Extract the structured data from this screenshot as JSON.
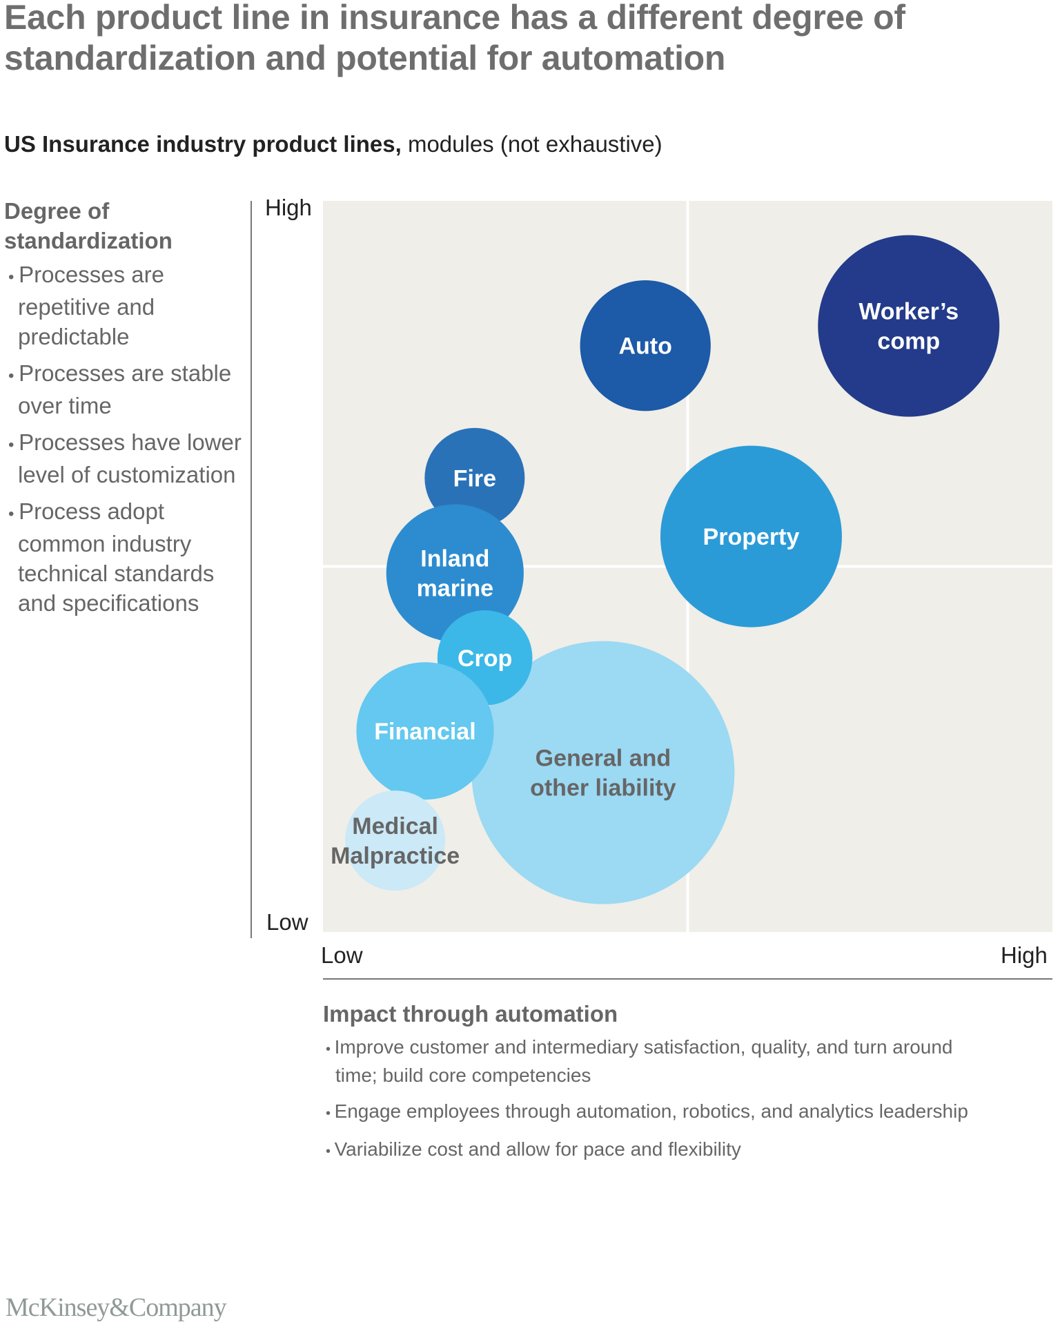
{
  "header": {
    "title": "Each product line in insurance has a different degree of standardization and potential for automation",
    "subtitle_bold": "US Insurance industry product lines,",
    "subtitle_rest": " modules (not exhaustive)"
  },
  "left_panel": {
    "heading": "Degree of standardization",
    "bullets": [
      "Processes are repetitive and predictable",
      "Processes are stable over time",
      "Processes have lower level of customization",
      "Process adopt common industry technical standards and specifications"
    ]
  },
  "impact_panel": {
    "heading": "Impact through automation",
    "bullets": [
      "Improve customer and intermediary satisfaction, quality, and turn around time; build core competencies",
      "Engage employees through automation, robotics, and analytics leadership",
      "Variabilize cost and allow for pace and flexibility"
    ]
  },
  "footer": {
    "logo": "McKinsey&Company"
  },
  "chart_data": {
    "type": "scatter",
    "subtype": "bubble",
    "xlabel": "Impact through automation",
    "ylabel": "Degree of standardization",
    "x_ticks": {
      "low": "Low",
      "high": "High"
    },
    "y_ticks": {
      "low": "Low",
      "high": "High"
    },
    "xlim": [
      0,
      100
    ],
    "ylim": [
      0,
      100
    ],
    "quadrant_split": {
      "x": 50,
      "y": 50
    },
    "background": "#efeee8",
    "points": [
      {
        "label": "Worker’s comp",
        "lines": [
          "Worker’s",
          "comp"
        ],
        "x": 80.3,
        "y": 82.9,
        "size": 107,
        "color": "#233b8a",
        "text_color": "#ffffff"
      },
      {
        "label": "Auto",
        "lines": [
          "Auto"
        ],
        "x": 44.2,
        "y": 80.2,
        "size": 77,
        "color": "#1d5aa8",
        "text_color": "#ffffff"
      },
      {
        "label": "Fire",
        "lines": [
          "Fire"
        ],
        "x": 20.8,
        "y": 62.1,
        "size": 59,
        "color": "#2a72b8",
        "text_color": "#ffffff"
      },
      {
        "label": "Property",
        "lines": [
          "Property"
        ],
        "x": 58.7,
        "y": 54.1,
        "size": 107,
        "color": "#2b9bd8",
        "text_color": "#ffffff"
      },
      {
        "label": "Inland marine",
        "lines": [
          "Inland",
          "marine"
        ],
        "x": 18.1,
        "y": 49.1,
        "size": 81,
        "color": "#2d8ccf",
        "text_color": "#ffffff"
      },
      {
        "label": "General and other liability",
        "lines": [
          "General and",
          "other liability"
        ],
        "x": 38.4,
        "y": 21.8,
        "size": 155,
        "color": "#9cd9f3",
        "text_color": "#666666"
      },
      {
        "label": "Crop",
        "lines": [
          "Crop"
        ],
        "x": 22.2,
        "y": 37.5,
        "size": 56,
        "color": "#3bb8e8",
        "text_color": "#ffffff"
      },
      {
        "label": "Financial",
        "lines": [
          "Financial"
        ],
        "x": 14.0,
        "y": 27.5,
        "size": 81,
        "color": "#64c8f0",
        "text_color": "#ffffff"
      },
      {
        "label": "Medical Malpractice",
        "lines": [
          "Medical",
          "Malpractice"
        ],
        "x": 9.9,
        "y": 12.5,
        "size": 59,
        "color": "#cbe9f7",
        "text_color": "#666666"
      }
    ]
  }
}
